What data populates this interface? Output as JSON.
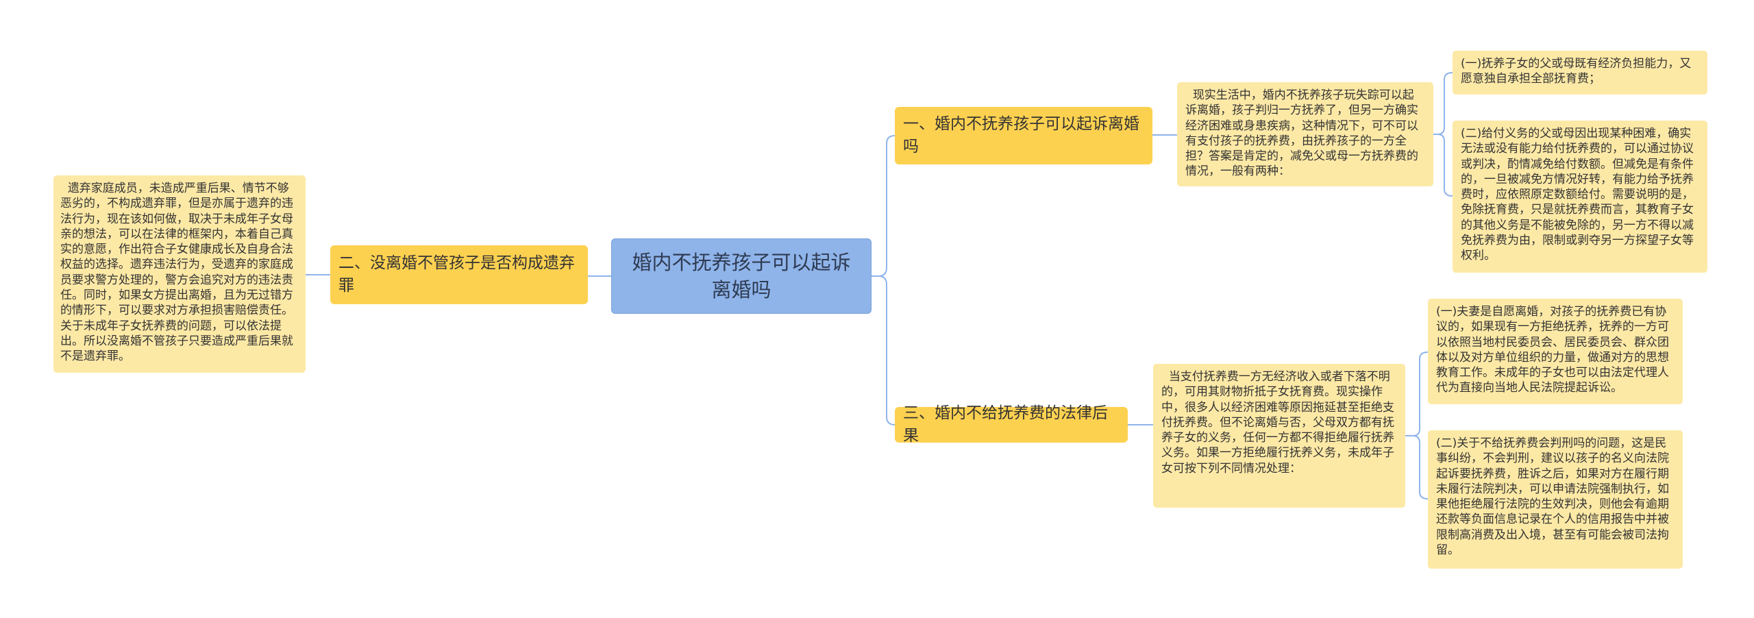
{
  "colors": {
    "root_bg": "#8fb4ea",
    "branch_bg": "#fdd150",
    "leaf_bg": "#fde9a6",
    "link": "#8fb4ea"
  },
  "root": {
    "label": "婚内不抚养孩子可以起诉离婚吗"
  },
  "branches": [
    {
      "label": "一、婚内不抚养孩子可以起诉离婚吗",
      "detail": "  现实生活中，婚内不抚养孩子玩失踪可以起诉离婚，孩子判归一方抚养了，但另一方确实经济困难或身患疾病，这种情况下，可不可以有支付孩子的抚养费，由抚养孩子的一方全担？答案是肯定的，减免父或母一方抚养费的情况，一般有两种：",
      "items": [
        "(一)抚养子女的父或母既有经济负担能力，又愿意独自承担全部抚育费；",
        "(二)给付义务的父或母因出现某种困难，确实无法或没有能力给付抚养费的，可以通过协议或判决，酌情减免给付数额。但减免是有条件的，一旦被减免方情况好转，有能力给予抚养费时，应依照原定数额给付。需要说明的是，免除抚育费，只是就抚养费而言，其教育子女的其他义务是不能被免除的，另一方不得以减免抚养费为由，限制或剥夺另一方探望子女等权利。"
      ]
    },
    {
      "label": "二、没离婚不管孩子是否构成遗弃罪",
      "detail": "  遗弃家庭成员，未造成严重后果、情节不够恶劣的，不构成遗弃罪，但是亦属于遗弃的违法行为，现在该如何做，取决于未成年子女母亲的想法，可以在法律的框架内，本着自己真实的意愿，作出符合子女健康成长及自身合法权益的选择。遗弃违法行为，受遗弃的家庭成员要求警方处理的，警方会追究对方的违法责任。同时，如果女方提出离婚，且为无过错方的情形下，可以要求对方承担损害赔偿责任。关于未成年子女抚养费的问题，可以依法提出。所以没离婚不管孩子只要造成严重后果就不是遗弃罪。"
    },
    {
      "label": "三、婚内不给抚养费的法律后果",
      "detail": "  当支付抚养费一方无经济收入或者下落不明的，可用其财物折抵子女抚育费。现实操作中，很多人以经济困难等原因拖延甚至拒绝支付抚养费。但不论离婚与否，父母双方都有抚养子女的义务，任何一方都不得拒绝履行抚养义务。如果一方拒绝履行抚养义务，未成年子女可按下列不同情况处理：",
      "items": [
        "(一)夫妻是自愿离婚，对孩子的抚养费已有协议的，如果现有一方拒绝抚养，抚养的一方可以依照当地村民委员会、居民委员会、群众团体以及对方单位组织的力量，做通对方的思想教育工作。未成年的子女也可以由法定代理人代为直接向当地人民法院提起诉讼。",
        "(二)关于不给抚养费会判刑吗的问题，这是民事纠纷，不会判刑，建议以孩子的名义向法院起诉要抚养费，胜诉之后，如果对方在履行期未履行法院判决，可以申请法院强制执行，如果他拒绝履行法院的生效判决，则他会有逾期还款等负面信息记录在个人的信用报告中并被限制高消费及出入境，甚至有可能会被司法拘留。"
      ]
    }
  ]
}
